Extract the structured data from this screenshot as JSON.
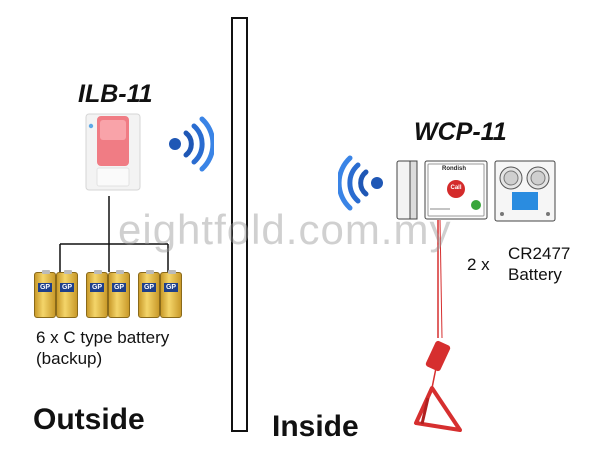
{
  "outside": {
    "device_model": "ILB-11",
    "battery_label_line1": "6 x C type battery",
    "battery_label_line2": "(backup)",
    "battery_count": 6,
    "battery_brand": "GP",
    "zone_label": "Outside"
  },
  "inside": {
    "device_model": "WCP-11",
    "panel_brand": "Rondish",
    "call_button_label": "Call",
    "cell_count": "2 x",
    "cell_type_line1": "CR2477",
    "cell_type_line2": "Battery",
    "zone_label": "Inside"
  },
  "watermark": "eightfold.com.my",
  "colors": {
    "wifi_blue": "#1f57b5",
    "lamp_red": "#f06f78",
    "call_red": "#d42b2b",
    "panel_green": "#39a63b",
    "cord_red": "#d62f2f"
  }
}
